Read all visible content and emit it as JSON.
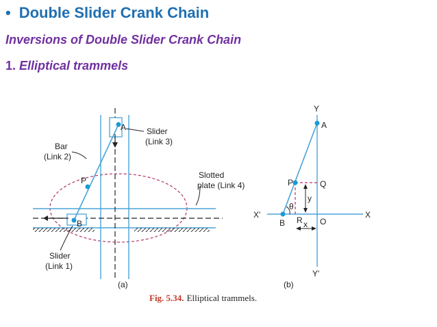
{
  "heading": {
    "bullet": "•",
    "title": "Double Slider Crank Chain"
  },
  "subtitle": "Inversions of Double Slider Crank Chain",
  "item": {
    "number": "1.",
    "label": "Elliptical trammels"
  },
  "figure_a": {
    "label_A": "A",
    "label_B": "B",
    "label_P": "P",
    "slider_top_1": "Slider",
    "slider_top_2": "(Link 3)",
    "bar_1": "Bar",
    "bar_2": "(Link 2)",
    "plate_1": "Slotted",
    "plate_2": "plate (Link 4)",
    "slider_bot_1": "Slider",
    "slider_bot_2": "(Link 1)",
    "part": "(a)"
  },
  "figure_b": {
    "Y": "Y",
    "Yp": "Y'",
    "X": "X",
    "Xp": "X'",
    "A": "A",
    "P": "P",
    "Q": "Q",
    "B": "B",
    "R": "R",
    "O": "O",
    "theta": "θ",
    "x": "x",
    "y": "y",
    "part": "(b)"
  },
  "caption": {
    "fig": "Fig. 5.34.",
    "text": "Elliptical trammels."
  },
  "colors": {
    "heading": "#1f6fb2",
    "subtitle": "#7030a0",
    "line": "#4aa3d8",
    "dot": "#1a9ad6",
    "ellipse": "#b0306a"
  }
}
